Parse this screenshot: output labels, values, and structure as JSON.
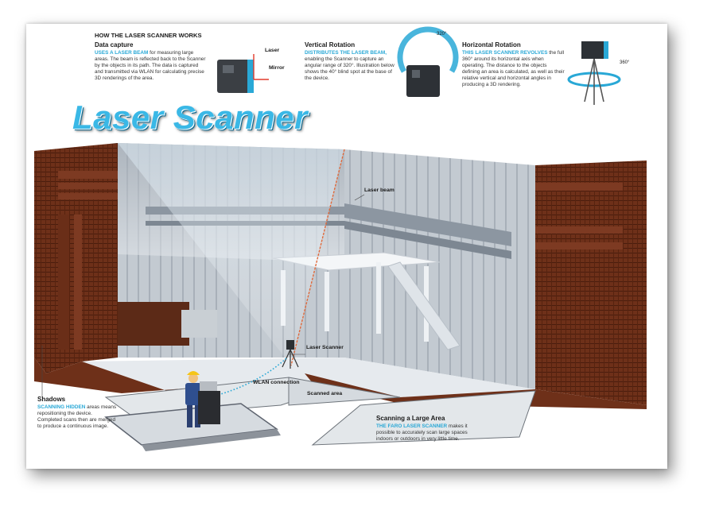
{
  "header": {
    "section_title": "HOW THE LASER SCANNER WORKS"
  },
  "data_capture": {
    "title": "Data capture",
    "highlight": "USES A LASER BEAM",
    "body": "for measuring large areas. The beam is reflected back to the Scanner by the objects in its path. The data is captured and transmitted via WLAN for calculating precise 3D renderings of the area.",
    "label_laser": "Laser",
    "label_mirror": "Mirror"
  },
  "vertical_rotation": {
    "title": "Vertical Rotation",
    "highlight": "DISTRIBUTES THE LASER BEAM,",
    "body": "enabling the Scanner to capture an angular range of 320°. Illustration below shows the 40° blind spot at the base of the device.",
    "angle_label": "320°"
  },
  "horizontal_rotation": {
    "title": "Horizontal Rotation",
    "highlight": "THIS LASER SCANNER REVOLVES",
    "body": "the full 360° around its horizontal axis when operating. The distance to the objects defining an area is calculated, as well as their relative vertical and horizontal angles in producing a 3D rendering.",
    "angle_label": "360°"
  },
  "main_title": "Laser Scanner",
  "scene_labels": {
    "laser_beam": "Laser beam",
    "laser_scanner": "Laser Scanner",
    "wlan": "WLAN connection",
    "scanned_area": "Scanned area"
  },
  "shadows": {
    "title": "Shadows",
    "highlight": "SCANNING HIDDEN",
    "body": "areas means repositioning the device. Completed scans then are merged to produce a continuous image."
  },
  "large_area": {
    "title": "Scanning a Large Area",
    "highlight": "THE FARO LASER SCANNER",
    "body": "makes it possible to accurately scan large spaces indoors or outdoors in very little time."
  },
  "colors": {
    "accent": "#29a8d6",
    "wall_brown": "#6b2f1a",
    "floor": "#d9dde2"
  }
}
